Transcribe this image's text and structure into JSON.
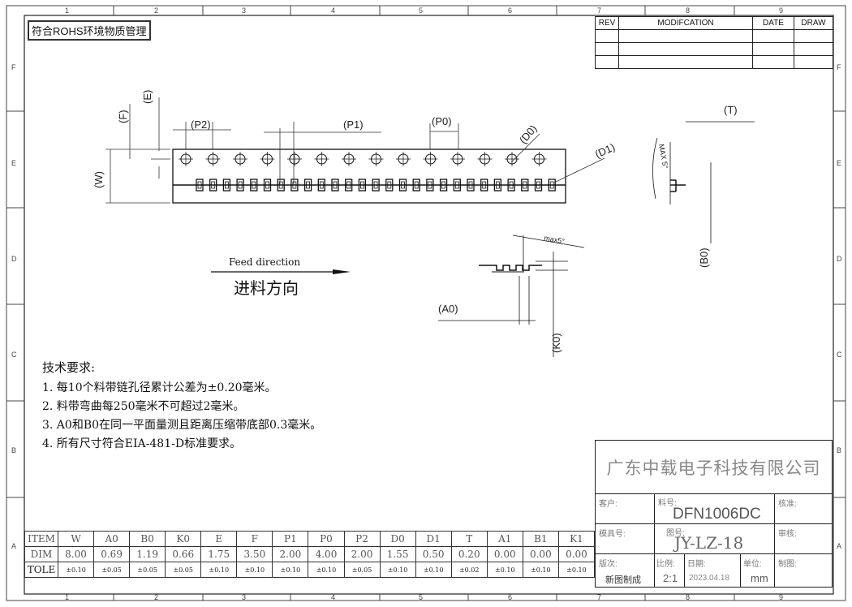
{
  "badge": "符合ROHS环境物质管理",
  "zones": {
    "cols": [
      "1",
      "2",
      "3",
      "4",
      "5",
      "6",
      "7",
      "8",
      "9"
    ],
    "rows": [
      "F",
      "E",
      "D",
      "C",
      "B",
      "A"
    ]
  },
  "revision": {
    "headers": [
      "REV",
      "MODIFCATION",
      "DATE",
      "DRAW"
    ]
  },
  "dims": {
    "p2": "(P2)",
    "p1": "(P1)",
    "p0": "(P0)",
    "d0": "(D0)",
    "d1": "(D1)",
    "f": "(F)",
    "e": "(E)",
    "w": "(W)",
    "t": "(T)",
    "max5": "MAX 5°",
    "b0": "(B0)",
    "a0": "(A0)",
    "k0": "(K0)",
    "max5b": "max5°"
  },
  "feed": {
    "en": "Feed direction",
    "cn": "进料方向"
  },
  "notes": {
    "title": "技术要求:",
    "items": [
      "1. 每10个料带链孔径累计公差为±0.20毫米。",
      "2. 料带弯曲每250毫米不可超过2毫米。",
      "3. A0和B0在同一平面量测且距离压缩带底部0.3毫米。",
      "4. 所有尺寸符合EIA-481-D标准要求。"
    ]
  },
  "table": {
    "item_label": "ITEM",
    "dim_label": "DIM",
    "tole_label": "TOLE",
    "items": [
      "W",
      "A0",
      "B0",
      "K0",
      "E",
      "F",
      "P1",
      "P0",
      "P2",
      "D0",
      "D1",
      "T",
      "A1",
      "B1",
      "K1"
    ],
    "dim": [
      "8.00",
      "0.69",
      "1.19",
      "0.66",
      "1.75",
      "3.50",
      "2.00",
      "4.00",
      "2.00",
      "1.55",
      "0.50",
      "0.20",
      "0.00",
      "0.00",
      "0.00"
    ],
    "tole": [
      "±0.10",
      "±0.05",
      "±0.05",
      "±0.05",
      "±0.10",
      "±0.10",
      "±0.10",
      "±0.10",
      "±0.05",
      "±0.10",
      "±0.10",
      "±0.02",
      "±0.10",
      "±0.10",
      "±0.10"
    ]
  },
  "title_block": {
    "company": "广东中载电子科技有限公司",
    "customer_label": "客户:",
    "material_label": "料号:",
    "material_value": "DFN1006DC",
    "check_label": "核准:",
    "mold_label": "模具号:",
    "drawing_label": "图号:",
    "drawing_value": "JY-LZ-18",
    "review_label": "审核:",
    "version_label": "版次:",
    "version_value": "新图制成",
    "scale_label": "比例:",
    "scale_value": "2:1",
    "date_label": "日期:",
    "date_value": "2023.04.18",
    "unit_label": "单位:",
    "unit_value": "mm",
    "drafter_label": "制图:"
  }
}
